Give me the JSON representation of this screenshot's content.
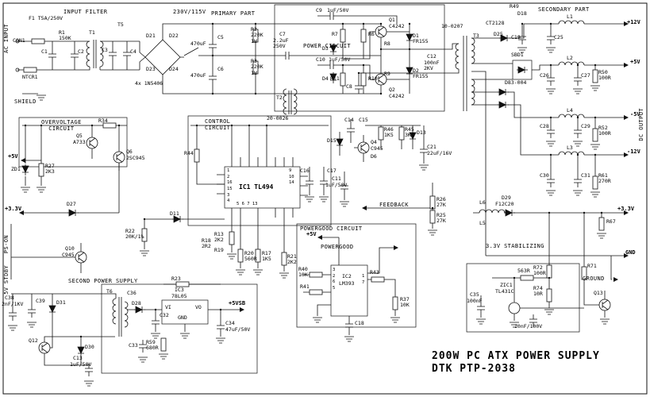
{
  "title": {
    "line1": "200W PC ATX POWER SUPPLY",
    "line2": "DTK PTP-2038"
  },
  "sections": {
    "input_filter": "INPUT FILTER",
    "voltage_switch": "230V/115V",
    "primary_part": "PRIMARY PART",
    "power_circuit": "POWER CIRCUIT",
    "secondary_part": "SECONDARY PART",
    "control_circuit": "CONTROL\nCIRCUIT",
    "overvoltage_circuit": "OVERVOLTAGE\nCIRCUIT",
    "second_power_supply": "SECOND POWER SUPPLY",
    "powergood_circuit": "POWERGOOD CIRCUIT",
    "stabilizing": "3.3V STABILIZING",
    "feedback": "FEEDBACK",
    "shield": "SHIELD",
    "ac_input": "AC INPUT",
    "dc_output": "DC OUTPUT",
    "ground_label": "GROUND",
    "powergood_label": "POWERGOOD",
    "ps_on": "PS-ON",
    "standby_label": "5V STDBY"
  },
  "outputs": {
    "p12": "+12V",
    "p5": "+5V",
    "m5": "-5V",
    "m12": "-12V",
    "p33": "+3.3V",
    "gnd": "GND",
    "p5vsb": "+5VSB",
    "plus5_a": "+5V",
    "plus5_b": "+5V",
    "plus33": "+3.3V"
  },
  "ics": {
    "ic1": "IC1 TL494",
    "ic1_pins_left": "1\n2\n16\n15\n3\n4",
    "ic1_pins_right": "9\n10\n14",
    "ic1_pins_bottom": "5 6 7 13",
    "ic2_ref": "IC2",
    "ic2_part": "LM393",
    "ic2_pins_left": "3\n2\n6\n5",
    "ic2_pins_right": "1\n7",
    "ic3_ref": "IC3",
    "ic3_part": "78L05",
    "zic1_ref": "ZIC1",
    "zic1_part": "TL431C",
    "vi": "VI",
    "vo": "VO",
    "gnd_pin": "GND"
  },
  "components": {
    "f1": "F1 T5A/250V",
    "con1": "CON1",
    "ntcr1": "NTCR1",
    "c1": "C1",
    "c2": "C2",
    "c3": "C3",
    "c4": "C4",
    "r1": "R1\n150K",
    "t1": "T1",
    "t5": "T5",
    "d21": "D21",
    "d22": "D22",
    "d23": "D23",
    "d24": "D24",
    "bridge_note": "4x 1N5406",
    "c5": "C5",
    "c5_val": "470uF",
    "c6": "C6",
    "c6_val": "470uF",
    "r2": "R2\n220K\n1W",
    "r3": "R3\n220K\n1W",
    "c7": "C7",
    "c7_val": "2.2uF\n250V",
    "c8": "C8",
    "c9": "C9",
    "c9_val": "1uF/50V",
    "c10": "C10",
    "c10_val": "1uF/50V",
    "r6": "R6",
    "r7": "R7",
    "r8": "R8",
    "r9": "R9",
    "r10": "R10",
    "r11": "R11",
    "d3": "D3",
    "d4": "D4",
    "q1": "Q1",
    "q1_part": "C4242",
    "q2": "Q2",
    "q2_part": "C4242",
    "d1": "D1\nFR155",
    "d2": "D2\nFR155",
    "t2": "T2",
    "t2_part": "20-0026",
    "c12": "C12",
    "c12_val": "100nF\n2KV",
    "t3": "T3",
    "t3_part": "10-0207",
    "ct": "CT2128",
    "r49": "R49",
    "d18": "D18",
    "d25": "D25",
    "c19": "C19",
    "c25": "C25",
    "c26": "C26",
    "c27": "C27",
    "l1": "L1",
    "l2": "L2",
    "l3": "L3",
    "l4": "L4",
    "l5": "L5",
    "l6": "L6",
    "r50": "R50\n100R",
    "r52": "R52\n100R",
    "r61": "R61\n270R",
    "r67": "R67",
    "sbd1": "SBD1",
    "sbd1_part": "D83-004",
    "c28": "C28",
    "c29": "C29",
    "c30": "C30",
    "c31": "C31",
    "d29": "D29",
    "d29_part": "F12C20",
    "r26": "R26\n27K",
    "r25": "R25\n27K",
    "c14": "C14",
    "c15": "C15",
    "d15": "D15",
    "d6": "D6",
    "q4": "Q4",
    "q4_part": "C945",
    "r46": "R46\n1K5",
    "r45": "R45\n3K3",
    "d13": "D13",
    "c21": "C21",
    "c21_val": "22uF/16V",
    "r44": "R44",
    "r34": "R34",
    "q5": "Q5",
    "q5_part": "A733",
    "q6": "Q6",
    "q6_part": "2SC945",
    "zd1": "ZD1",
    "r27": "R27\n2K3",
    "d27": "D27",
    "d11": "D11",
    "r22": "R22\n20K/1%",
    "q10": "Q10",
    "q10_part": "C945",
    "r13": "R13\n2K2",
    "r18": "R18\n2R2",
    "r19": "R19",
    "r20": "R20\n560R",
    "r17": "R17\n1K5",
    "r21": "R21\n2K2",
    "c16": "C16",
    "c17": "C17",
    "c11": "C11",
    "c11_val": "1uF/50V",
    "r23": "R23",
    "t6": "T6",
    "c36": "C36",
    "c32": "C32",
    "d28": "D28",
    "r59": "R59\n680R",
    "c33": "C33",
    "c34": "C34",
    "c34_val": "47uF/50V",
    "c38": "C38",
    "c38_val": "2nF/1KV",
    "c39": "C39",
    "d31": "D31",
    "q12": "Q12",
    "d30": "D30",
    "c13": "C13",
    "c13_val": "1uF/50V",
    "r40": "R40\n10K",
    "r41": "R41",
    "r43": "R43",
    "r37": "R37\n10K",
    "c18": "C18",
    "r72": "R72\n100R",
    "r71": "R71",
    "r70": "563R",
    "c35": "C35",
    "c35_val": "100nF",
    "r74": "R74\n10R",
    "q13": "Q13",
    "c37_val": "10nF/100V"
  }
}
